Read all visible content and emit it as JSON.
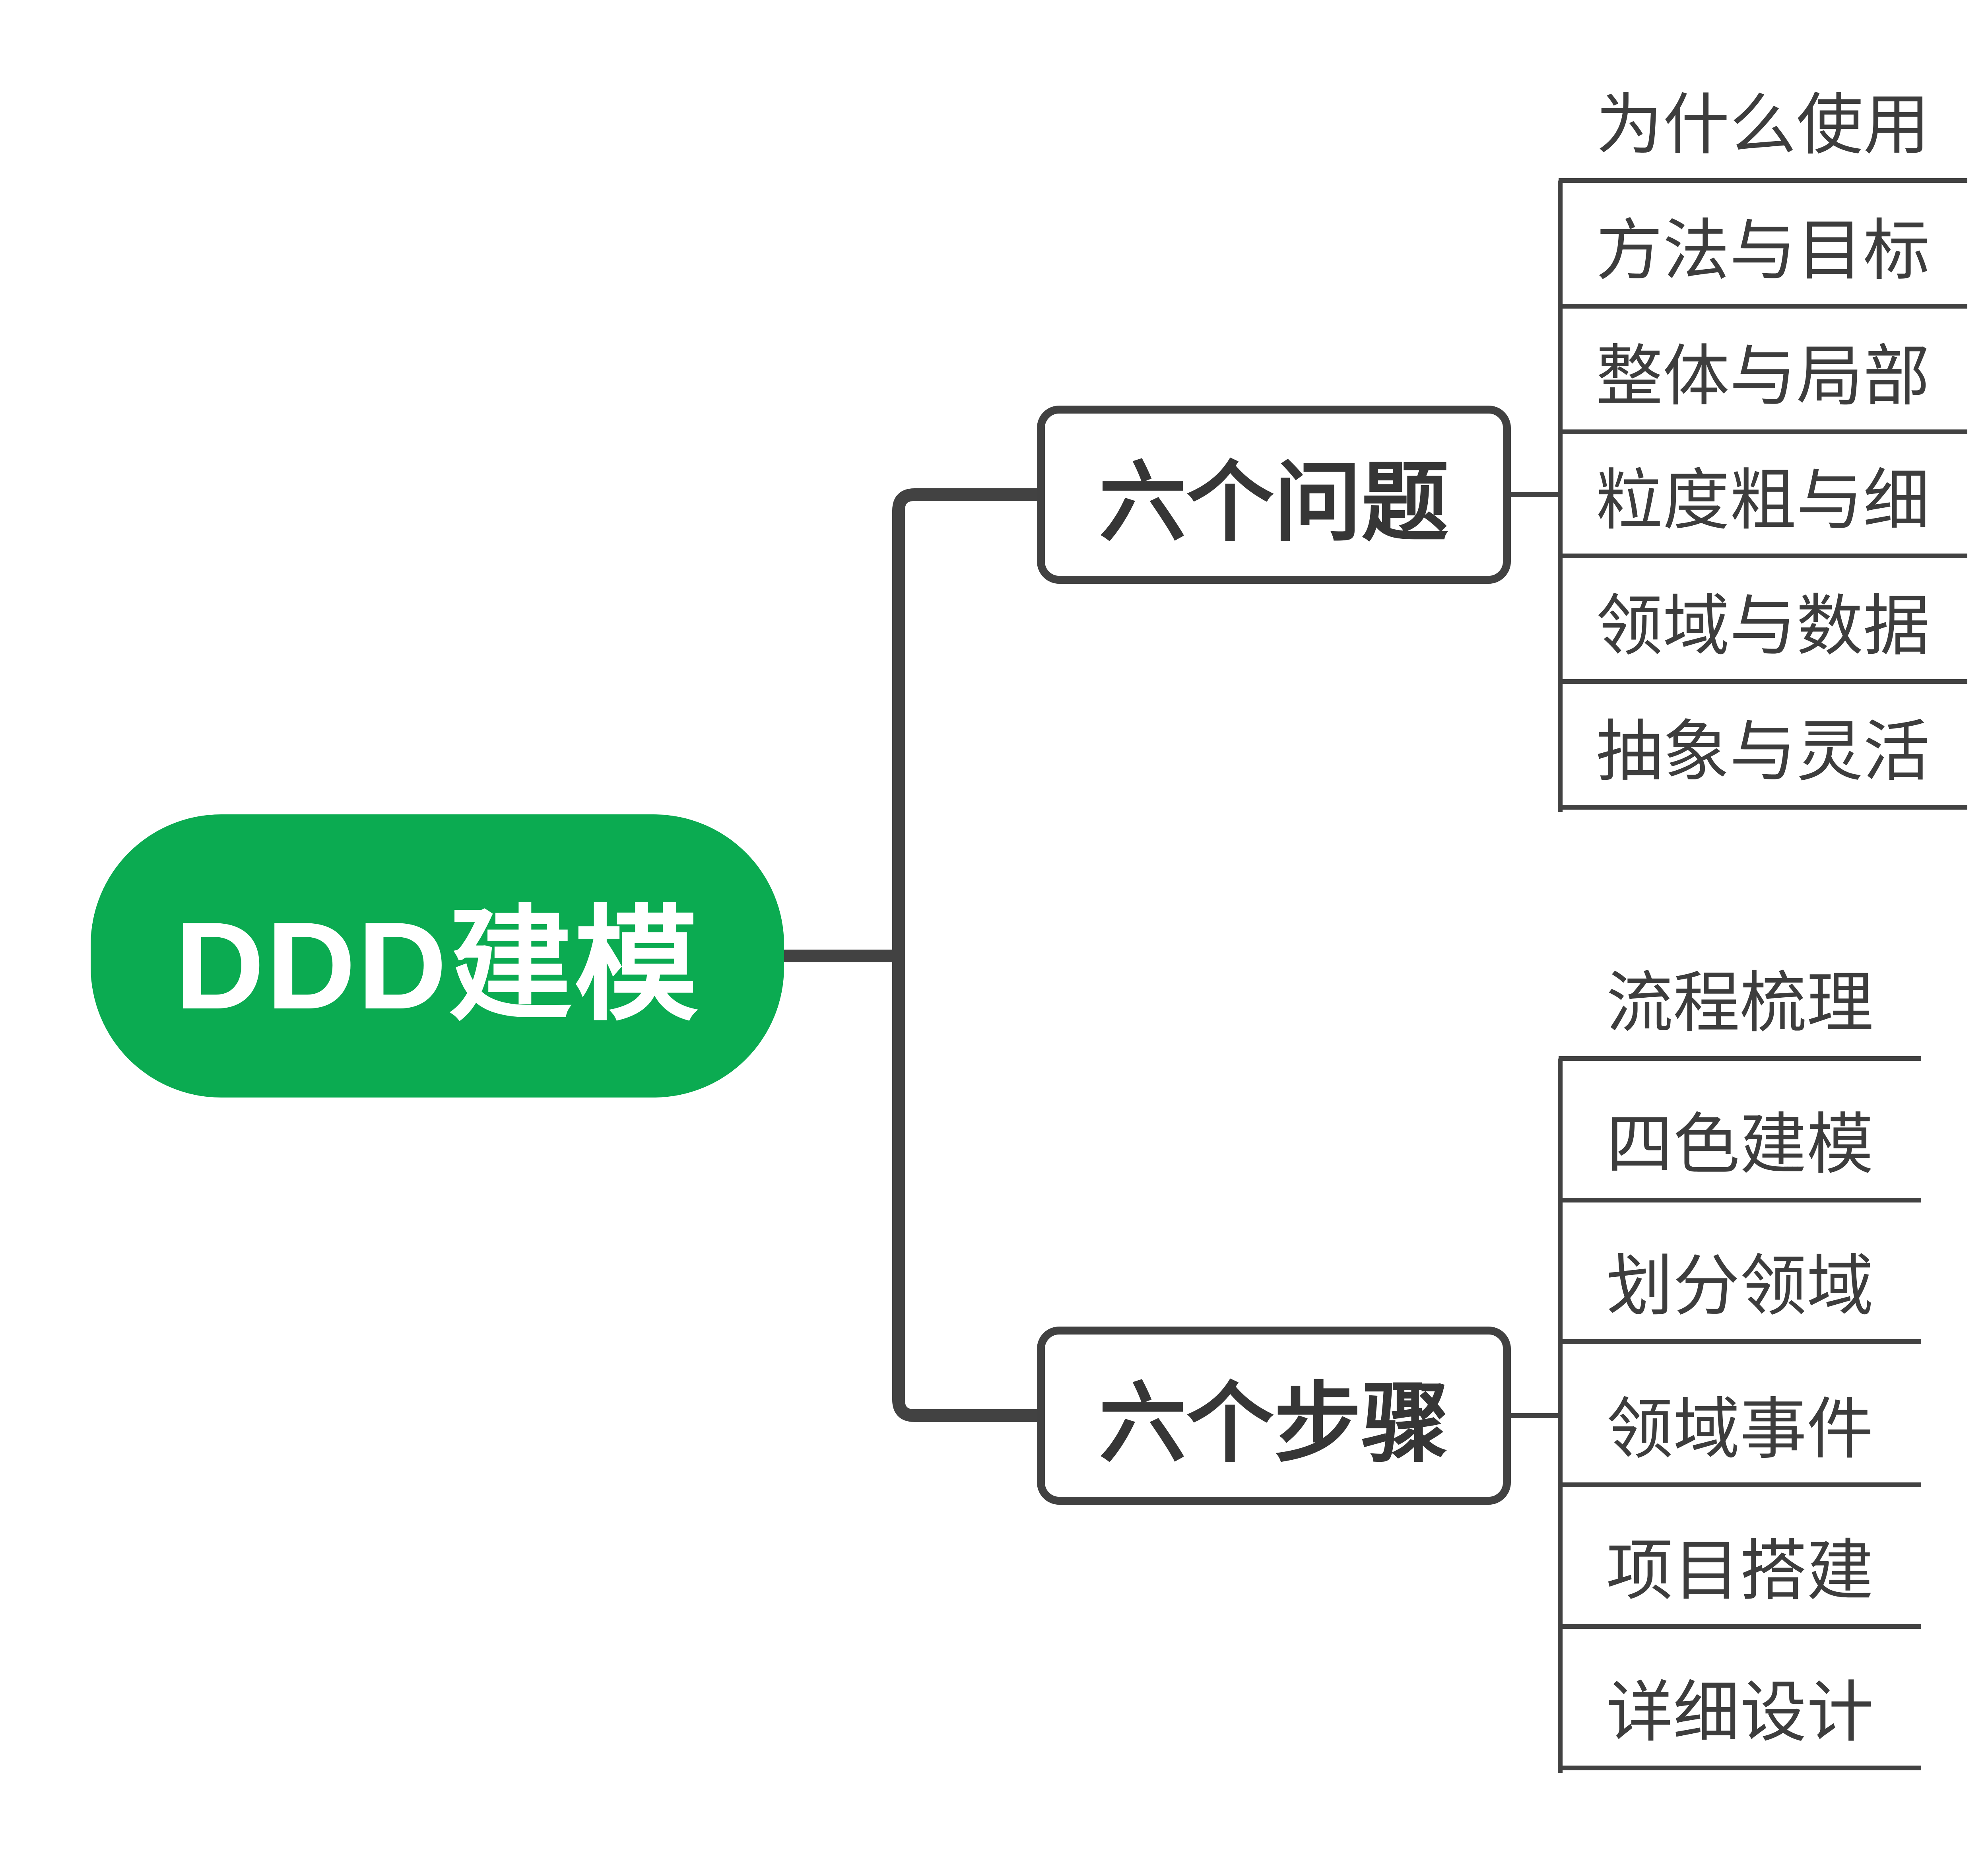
{
  "diagram": {
    "root": {
      "label": "DDD建模"
    },
    "branches": [
      {
        "label": "六个问题",
        "children": [
          "为什么使用",
          "方法与目标",
          "整体与局部",
          "粒度粗与细",
          "领域与数据",
          "抽象与灵活"
        ]
      },
      {
        "label": "六个步骤",
        "children": [
          "流程梳理",
          "四色建模",
          "划分领域",
          "领域事件",
          "项目搭建",
          "详细设计"
        ]
      }
    ]
  },
  "colors": {
    "root-fill": "#0BAB51",
    "root-text": "#FFFFFF",
    "line": "#424242",
    "node-border": "#414141",
    "node-text": "#363636",
    "leaf-text": "#3D3D3D",
    "background": "#FFFFFF"
  }
}
